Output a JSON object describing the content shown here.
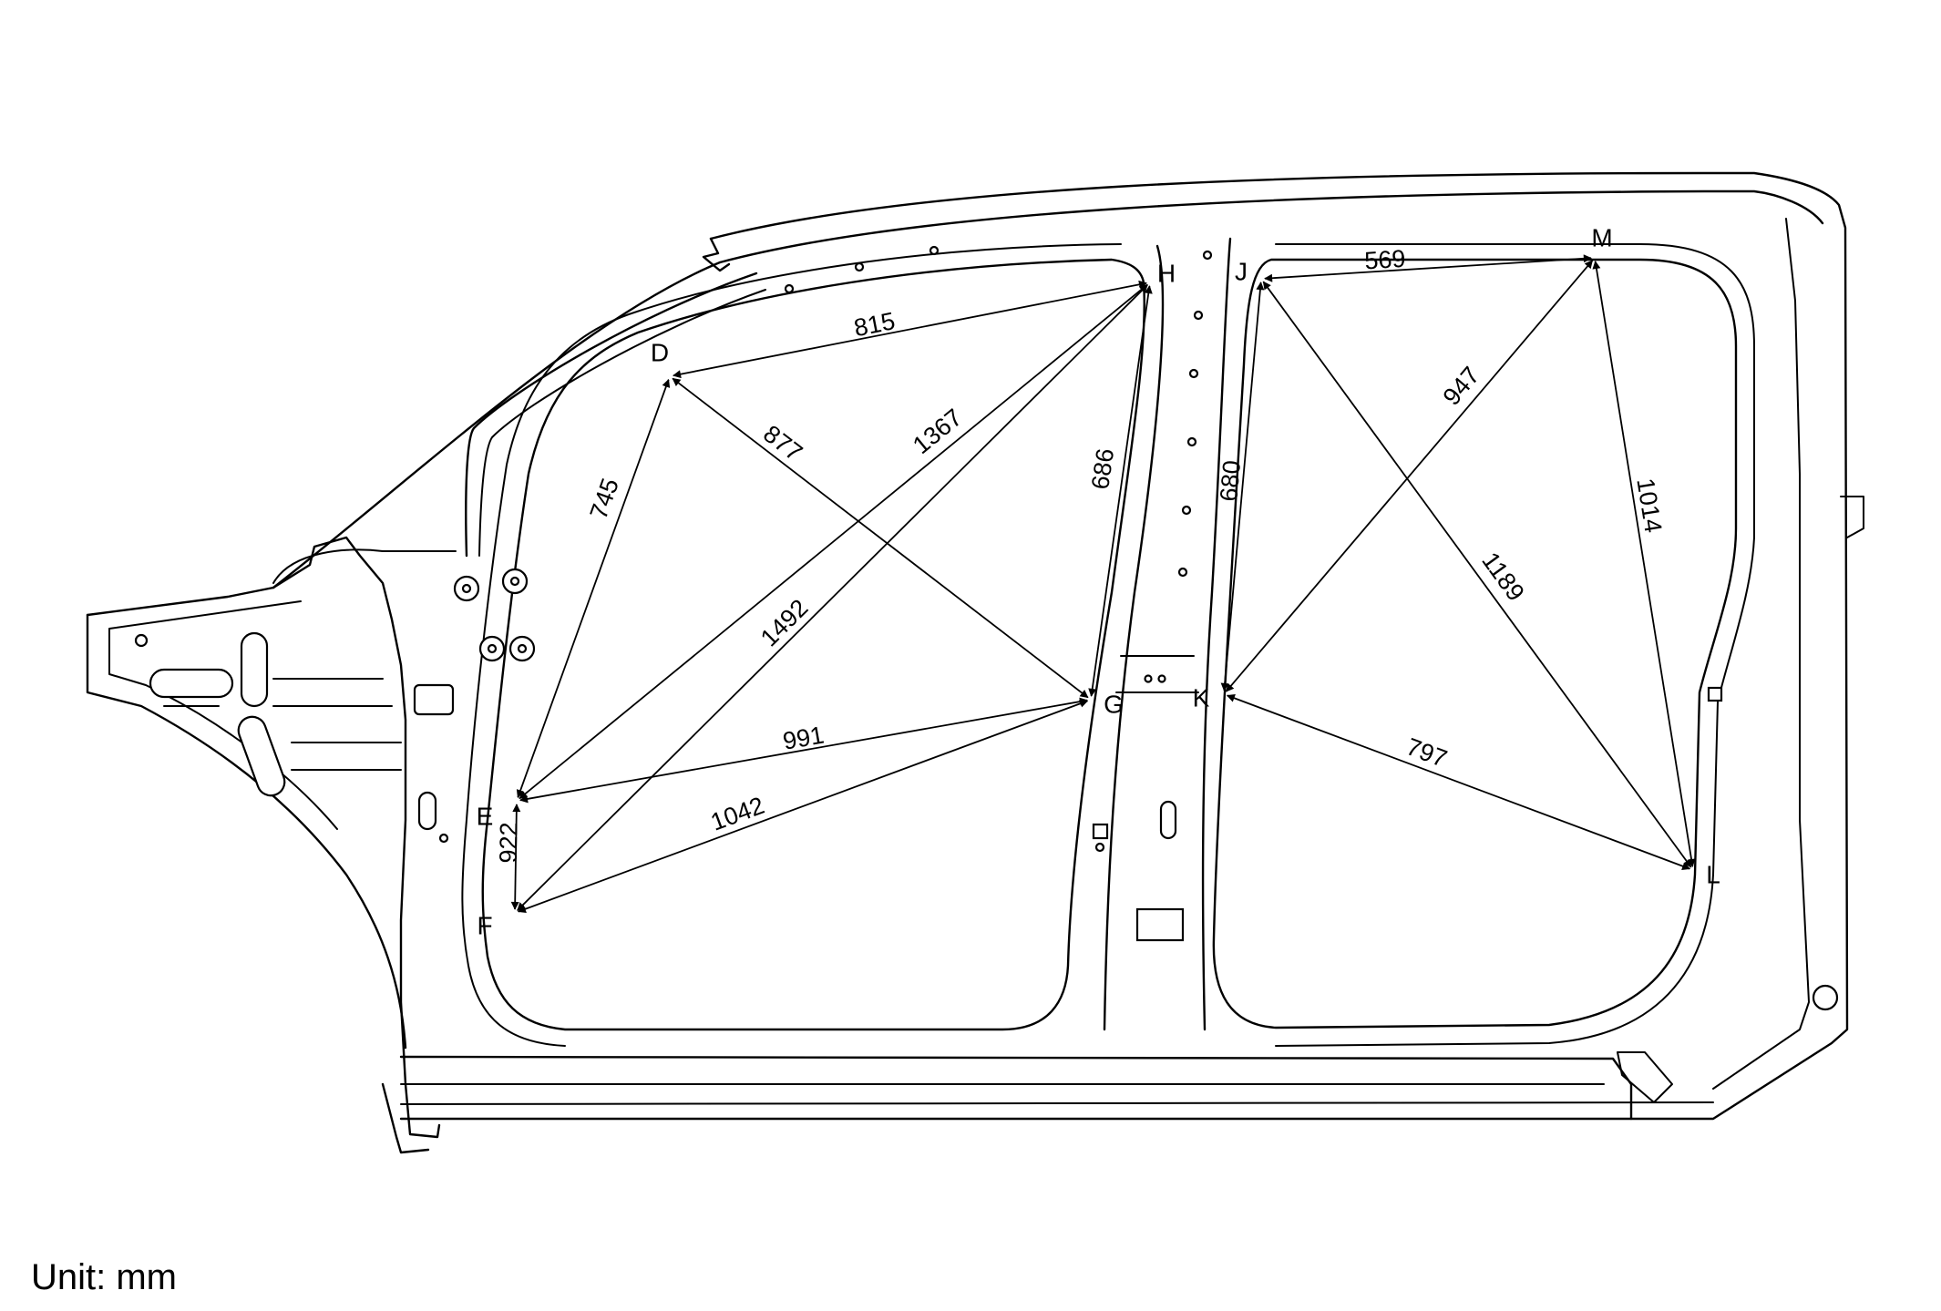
{
  "unit_label": "Unit: mm",
  "points": [
    {
      "id": "D",
      "label": "D"
    },
    {
      "id": "E",
      "label": "E"
    },
    {
      "id": "F",
      "label": "F"
    },
    {
      "id": "G",
      "label": "G"
    },
    {
      "id": "H",
      "label": "H"
    },
    {
      "id": "J",
      "label": "J"
    },
    {
      "id": "K",
      "label": "K"
    },
    {
      "id": "L",
      "label": "L"
    },
    {
      "id": "M",
      "label": "M"
    }
  ],
  "measurements": [
    {
      "from": "D",
      "to": "H",
      "value": "815"
    },
    {
      "from": "D",
      "to": "E",
      "value": "745"
    },
    {
      "from": "D",
      "to": "G",
      "value": "877"
    },
    {
      "from": "E",
      "to": "H",
      "value": "1367"
    },
    {
      "from": "F",
      "to": "H",
      "value": "1492"
    },
    {
      "from": "H",
      "to": "G",
      "value": "686"
    },
    {
      "from": "E",
      "to": "G",
      "value": "991"
    },
    {
      "from": "F",
      "to": "G",
      "value": "1042"
    },
    {
      "from": "E",
      "to": "F",
      "value": "922"
    },
    {
      "from": "J",
      "to": "M",
      "value": "569"
    },
    {
      "from": "J",
      "to": "K",
      "value": "680"
    },
    {
      "from": "M",
      "to": "K",
      "value": "947"
    },
    {
      "from": "M",
      "to": "L",
      "value": "1014"
    },
    {
      "from": "J",
      "to": "L",
      "value": "1189"
    },
    {
      "from": "K",
      "to": "L",
      "value": "797"
    }
  ]
}
